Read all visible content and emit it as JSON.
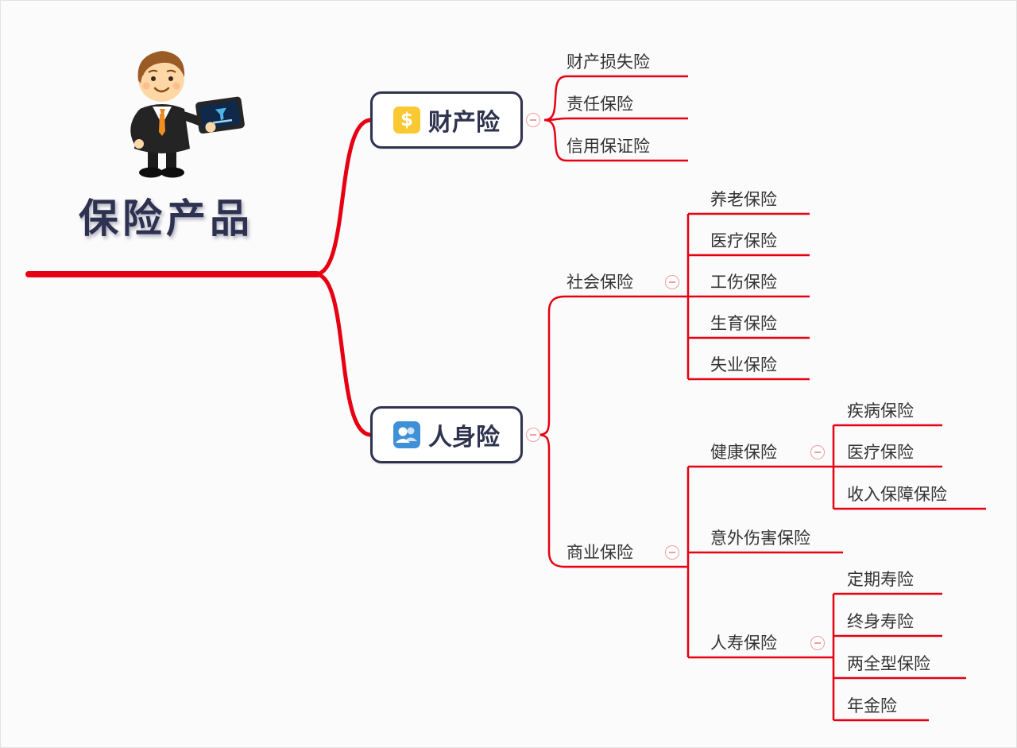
{
  "title": "保险产品",
  "colors": {
    "line_red": "#e60012",
    "branch_navy": "#2f3350",
    "leaf_text": "#333333",
    "dollar_icon_bg": "#f9c832",
    "people_icon_bg": "#4090d8"
  },
  "icon_glyphs": {
    "dollar": "$"
  },
  "tree": {
    "property": {
      "label": "财产险",
      "children": [
        {
          "label": "财产损失险"
        },
        {
          "label": "责任保险"
        },
        {
          "label": "信用保证险"
        }
      ]
    },
    "person": {
      "label": "人身险",
      "social": {
        "label": "社会保险",
        "children": [
          {
            "label": "养老保险"
          },
          {
            "label": "医疗保险"
          },
          {
            "label": "工伤保险"
          },
          {
            "label": "生育保险"
          },
          {
            "label": "失业保险"
          }
        ]
      },
      "commercial": {
        "label": "商业保险",
        "health": {
          "label": "健康保险",
          "children": [
            {
              "label": "疾病保险"
            },
            {
              "label": "医疗保险"
            },
            {
              "label": "收入保障保险"
            }
          ]
        },
        "accident": {
          "label": "意外伤害保险"
        },
        "life": {
          "label": "人寿保险",
          "children": [
            {
              "label": "定期寿险"
            },
            {
              "label": "终身寿险"
            },
            {
              "label": "两全型保险"
            },
            {
              "label": "年金险"
            }
          ]
        }
      }
    }
  }
}
